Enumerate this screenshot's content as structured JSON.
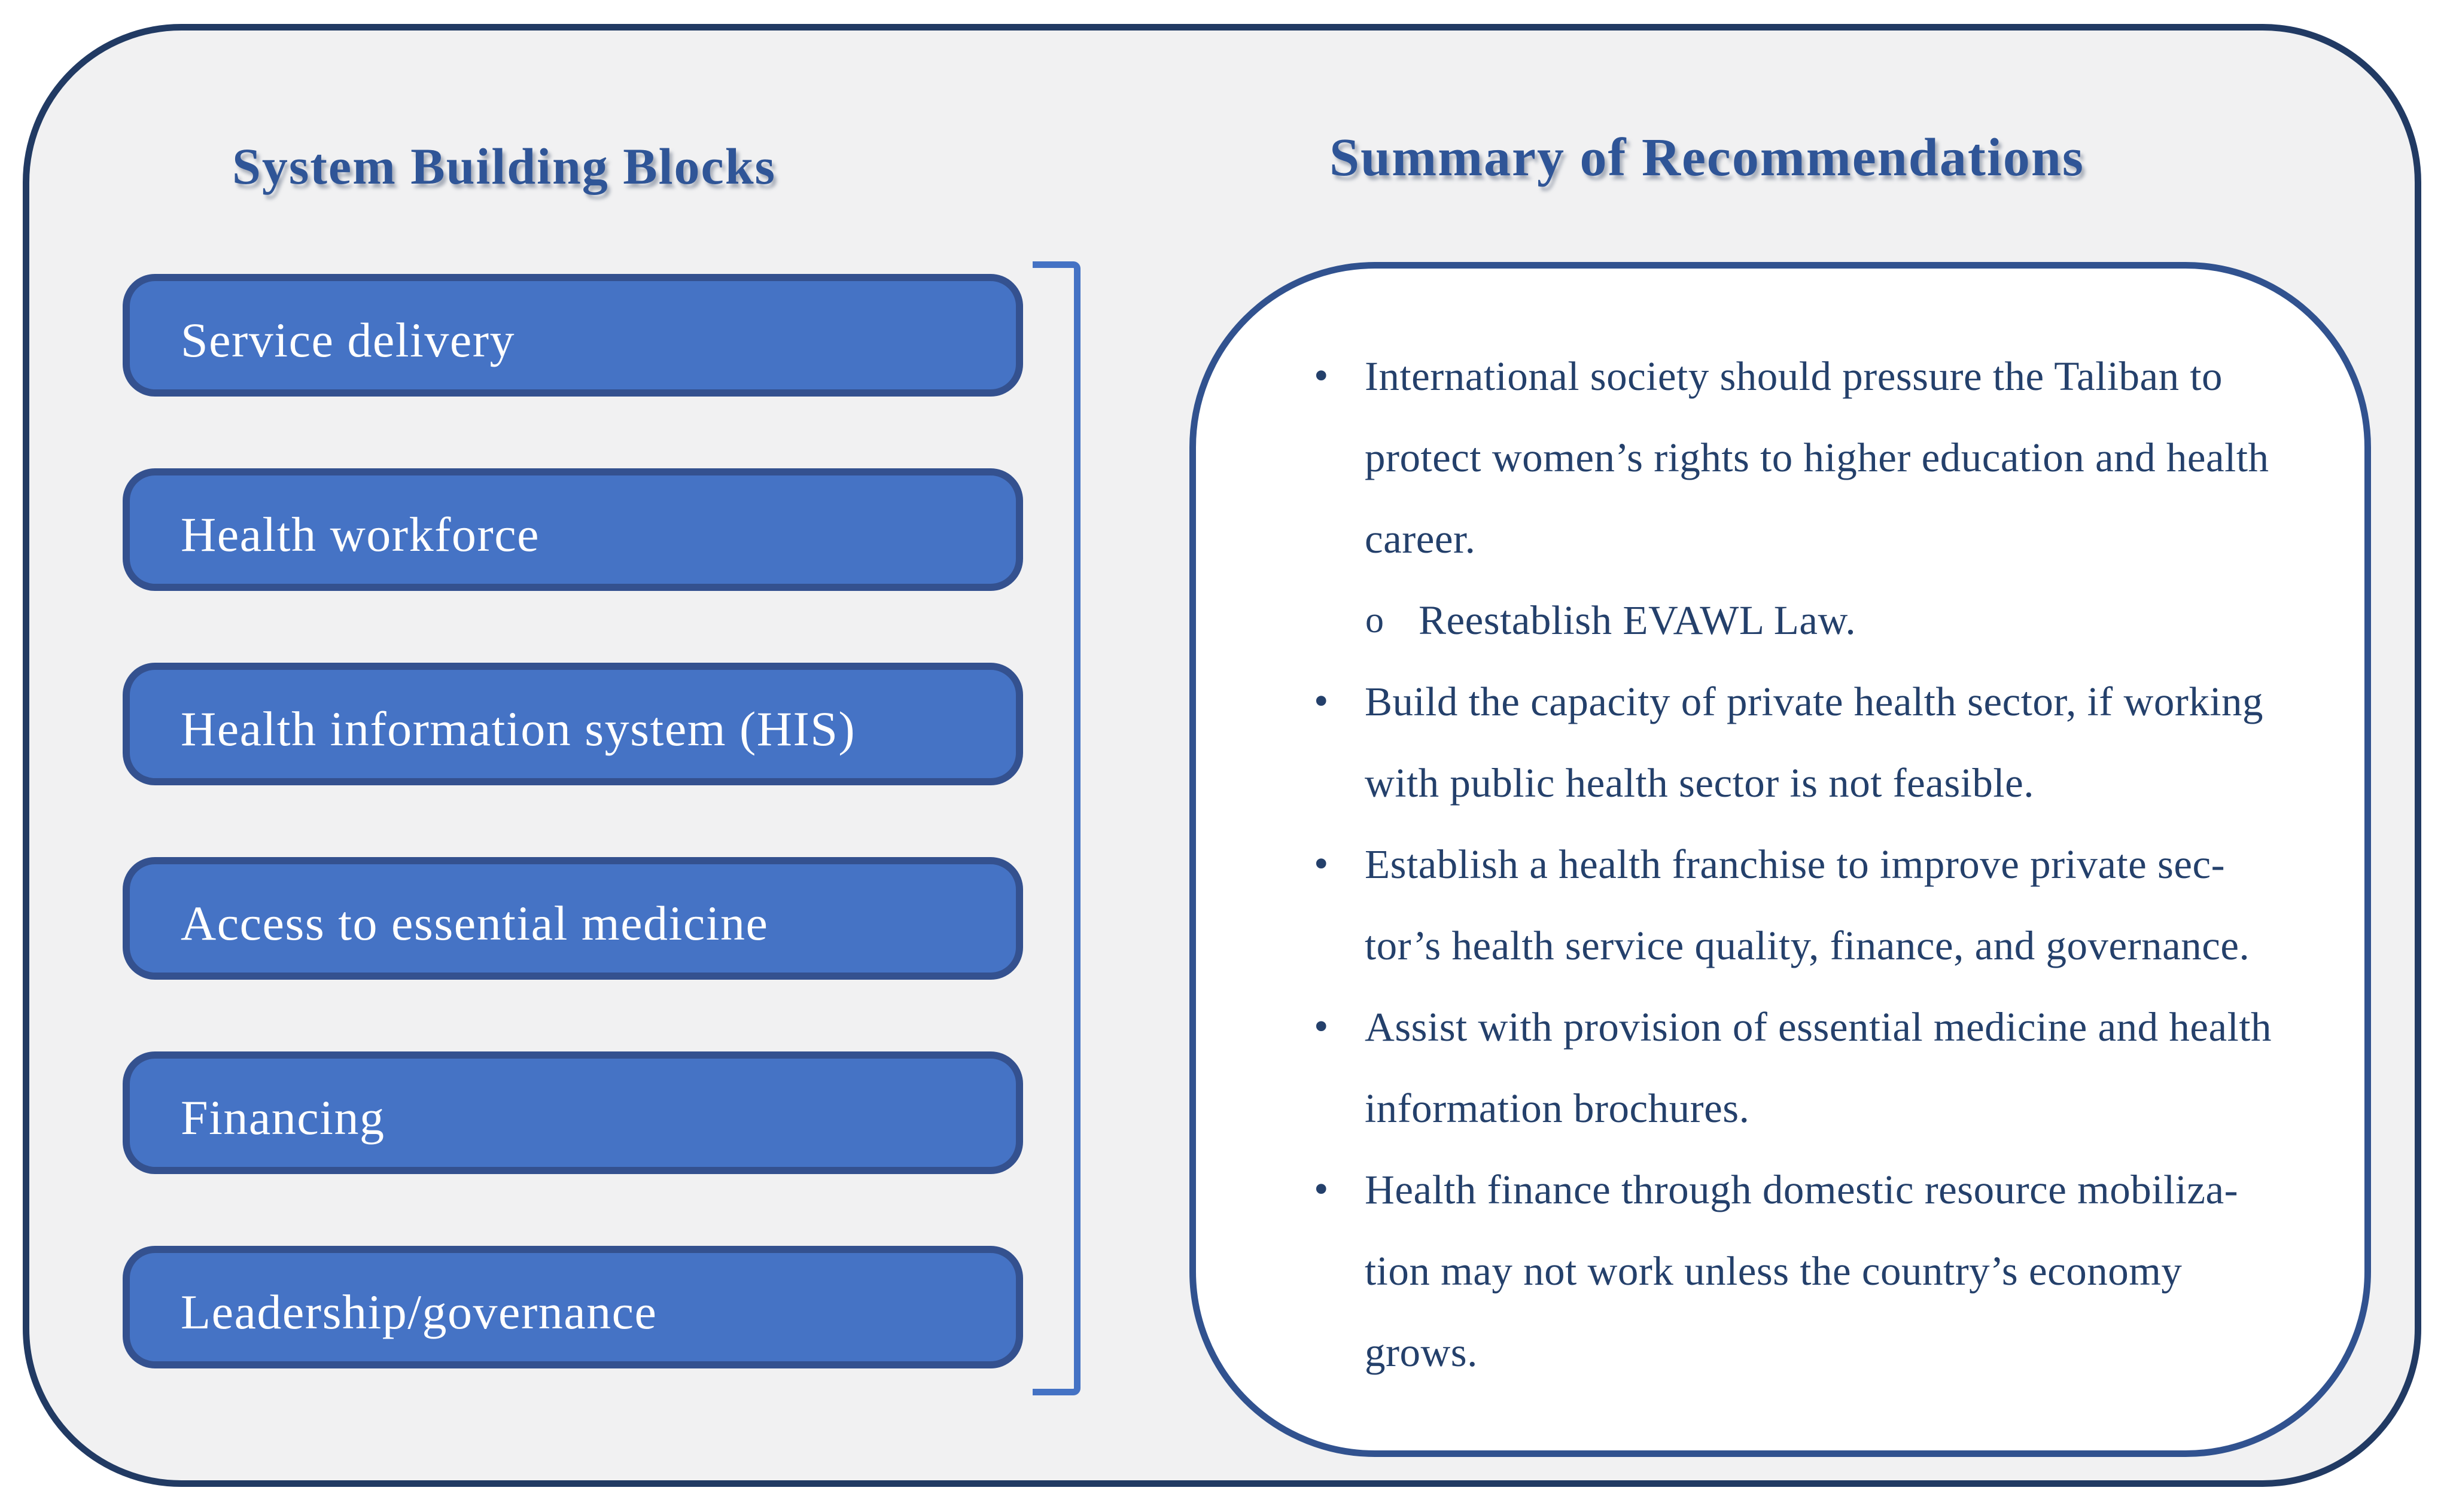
{
  "figure": {
    "left_panel": {
      "title": "System Building Blocks",
      "blocks": [
        "Service delivery",
        "Health workforce",
        "Health information system (HIS)",
        "Access to essential medicine",
        "Financing",
        "Leadership/governance"
      ]
    },
    "right_panel": {
      "title": "Summary of Recommendations",
      "bullets": [
        {
          "level": 1,
          "marker": "•",
          "lines": [
            "International society should pressure the Taliban to",
            "protect women’s rights to higher education and health",
            "career."
          ]
        },
        {
          "level": 2,
          "marker": "o",
          "lines": [
            "Reestablish EVAWL Law."
          ]
        },
        {
          "level": 1,
          "marker": "•",
          "lines": [
            "Build the capacity of private health sector, if working",
            "with public health sector is not feasible."
          ]
        },
        {
          "level": 1,
          "marker": "•",
          "lines": [
            "Establish a health franchise to improve private sec-",
            "tor’s health service quality, finance, and governance."
          ]
        },
        {
          "level": 1,
          "marker": "•",
          "lines": [
            "Assist with provision of essential medicine and health",
            "information brochures."
          ]
        },
        {
          "level": 1,
          "marker": "•",
          "lines": [
            "Health finance through domestic resource mobiliza-",
            "tion may not work unless the country’s economy",
            "grows."
          ]
        }
      ]
    },
    "colors": {
      "frame_border": "#213A63",
      "background_gray": "#F1F1F2",
      "block_fill": "#4573C5",
      "block_border": "#34518F",
      "block_text": "#FFFFFF",
      "bracket_blue": "#4472C4",
      "panel_border": "#31528F",
      "panel_fill": "#FFFFFF",
      "title_blue": "#2F5597",
      "bullet_text_navy": "#24406B"
    }
  }
}
